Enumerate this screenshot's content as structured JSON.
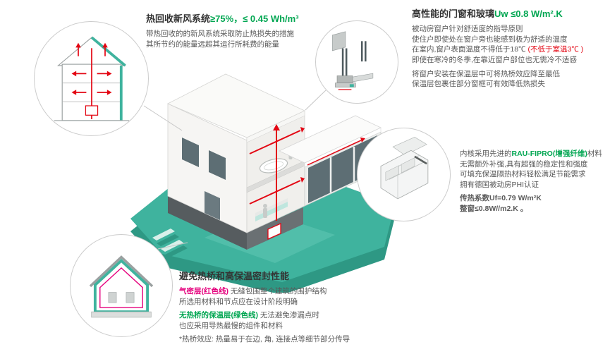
{
  "colors": {
    "ground_teal": "#3FB39E",
    "accent_green": "#00A651",
    "accent_magenta": "#E5007D",
    "accent_red": "#E30613",
    "title_text": "#333333",
    "body_text": "#595959",
    "circle_outline": "#CCCCCC"
  },
  "heat_recovery_section": {
    "title_dark": "热回收新风系统",
    "title_green": "≥75%，≤ 0.45 Wh/m³",
    "line1": "带热回收的的新风系统采取防止热损失的措施",
    "line2": "其所节约的能量远超其运行所耗费的能量"
  },
  "windows_section": {
    "title_dark": "高性能的门窗和玻璃",
    "title_green": "Uw ≤0.8 W/m².K",
    "line1": "被动房窗户针对舒适度的指导原则",
    "line2": "使住户即使处在窗户旁也能感到极为舒适的温度",
    "line3_dark": "在室内,窗户表面温度不得低于18℃ ",
    "line3_red": "(不低于室温3℃ )",
    "line4": "即使在寒冷的冬季,在靠近窗户部位也无需冷不适感",
    "line5": "将窗户安装在保温层中可将热桥效应降至最低",
    "line6": "保温层包裹住部分窗框可有效降低热损失"
  },
  "profile_section": {
    "line1_dark_a": "内核采用先进的",
    "line1_green": "RAU-FIPRO(增强纤维)",
    "line1_dark_b": "材料",
    "line2": "无需额外补强,具有超强的稳定性和强度",
    "line3": "可填充保温隔热材料轻松满足节能需求",
    "line4": "拥有德国被动房PHI认证",
    "line5_green": "传热系数Uf=0.79 W/m²K",
    "line6_green": "整窗≤0.8W//m2.K 。"
  },
  "thermal_section": {
    "title": "避免热桥和高保温密封性能",
    "line1_magenta": "气密层(红色线)",
    "line1_rest": " 无缝包围整个建筑的围护结构",
    "line2": "所选用材料和节点应在设计阶段明确",
    "line3_green": "无热桥的保温层(绿色线)",
    "line3_rest": " 无法避免渗漏点时",
    "line4": "也应采用导热最慢的组件和材料",
    "footnote": "*热桥效应: 热量易于在边, 角, 连接点等细节部分传导"
  },
  "illustrations": {
    "center": "isometric cutaway passive house with red ventilation ducts on teal landscaped site",
    "circle_top_left": "building cross-section with heat-recovery ventilation airflow arrows",
    "circle_top_right": "window installation cross-section detail",
    "circle_middle_right": "window frame profile 3D cutaway",
    "circle_bottom_left": "building envelope section with airtight red layer and insulation green layer"
  }
}
